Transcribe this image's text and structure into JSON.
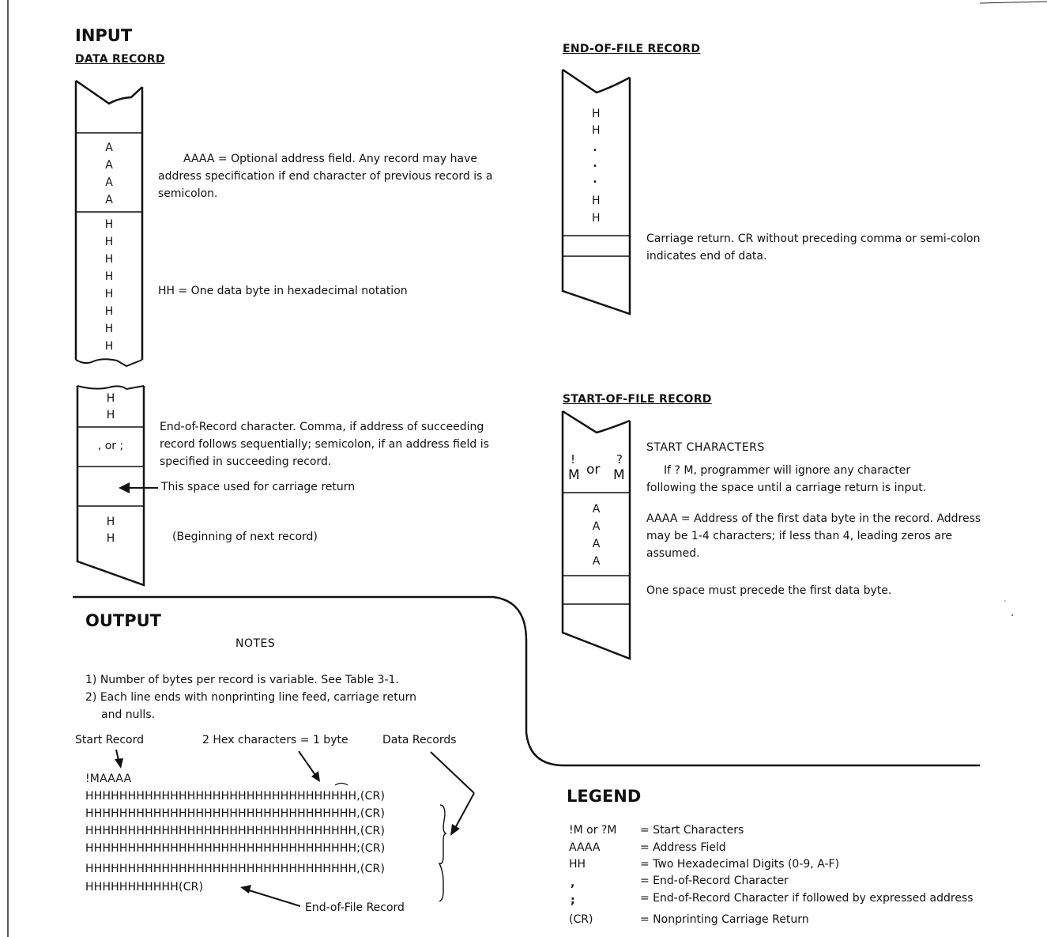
{
  "input": {
    "heading": "INPUT",
    "data_record": {
      "title": "DATA RECORD",
      "tape1_cells": [
        "A",
        "A",
        "A",
        "A",
        "H",
        "H",
        "H",
        "H",
        "H",
        "H",
        "H",
        "H"
      ],
      "aaaa_desc": "AAAA  = Optional address field.  Any record may have address specification  if end character of previous record is a semicolon.",
      "hh_desc": "HH = One data byte in hexadecimal notation",
      "tape2_cells": [
        "H",
        "H",
        ", or ;",
        "H",
        "H"
      ],
      "eor_desc": "End-of-Record character.  Comma, if address of succeeding record follows sequentially; semicolon, if an address field is specified in succeeding record.",
      "cr_desc": "This space used for carriage return",
      "next_desc": "(Beginning of next record)"
    },
    "eof_record": {
      "title": "END-OF-FILE RECORD",
      "cells": [
        "H",
        "H",
        "•",
        "•",
        "•",
        "H",
        "H"
      ],
      "cr_desc": "Carriage return.  CR without preceding comma or semi-colon indicates end of data."
    },
    "sof_record": {
      "title": "START-OF-FILE RECORD",
      "start_chars_heading": "START CHARACTERS",
      "start_top_left": "!",
      "start_top_right": "?",
      "start_bottom_left": "M",
      "start_mid": "or",
      "start_bottom_right": "M",
      "cells": [
        "A",
        "A",
        "A",
        "A"
      ],
      "start_desc": "If ? M, programmer will ignore any character following the space until a carriage return is input.",
      "aaaa_desc": "AAAA = Address of the first data byte in the record. Address may be 1-4 characters; if less than 4, leading zeros are assumed.",
      "space_desc": "One space must precede the first data byte."
    }
  },
  "output": {
    "heading": "OUTPUT",
    "notes_heading": "NOTES",
    "note1": "1) Number of bytes per record is variable. See Table 3-1.",
    "note2_line1": "2) Each line ends with nonprinting line feed, carriage return",
    "note2_line2": "and nulls.",
    "label_start": "Start Record",
    "label_hex": "2 Hex characters = 1 byte",
    "label_data": "Data Records",
    "label_eof": "End-of-File Record",
    "lines": [
      "!MAAAA",
      "HHHHHHHHHHHHHHHHHHHHHHHHHHHHHHHH,(CR)",
      "HHHHHHHHHHHHHHHHHHHHHHHHHHHHHHHH,(CR)",
      "HHHHHHHHHHHHHHHHHHHHHHHHHHHHHHHH,(CR)",
      "HHHHHHHHHHHHHHHHHHHHHHHHHHHHHHHH;(CR)",
      "HHHHHHHHHHHHHHHHHHHHHHHHHHHHHHHH,(CR)",
      "HHHHHHHHHHH(CR)"
    ]
  },
  "legend": {
    "heading": "LEGEND",
    "rows": [
      {
        "key": "!M or ?M",
        "value": "= Start Characters"
      },
      {
        "key": "AAAA",
        "value": "= Address Field"
      },
      {
        "key": "HH",
        "value": "= Two Hexadecimal Digits (0-9, A-F)"
      },
      {
        "key": ",",
        "value": "= End-of-Record Character"
      },
      {
        "key": ";",
        "value": "= End-of-Record Character if followed by expressed address"
      },
      {
        "key": "(CR)",
        "value": "= Nonprinting Carriage Return"
      }
    ]
  }
}
